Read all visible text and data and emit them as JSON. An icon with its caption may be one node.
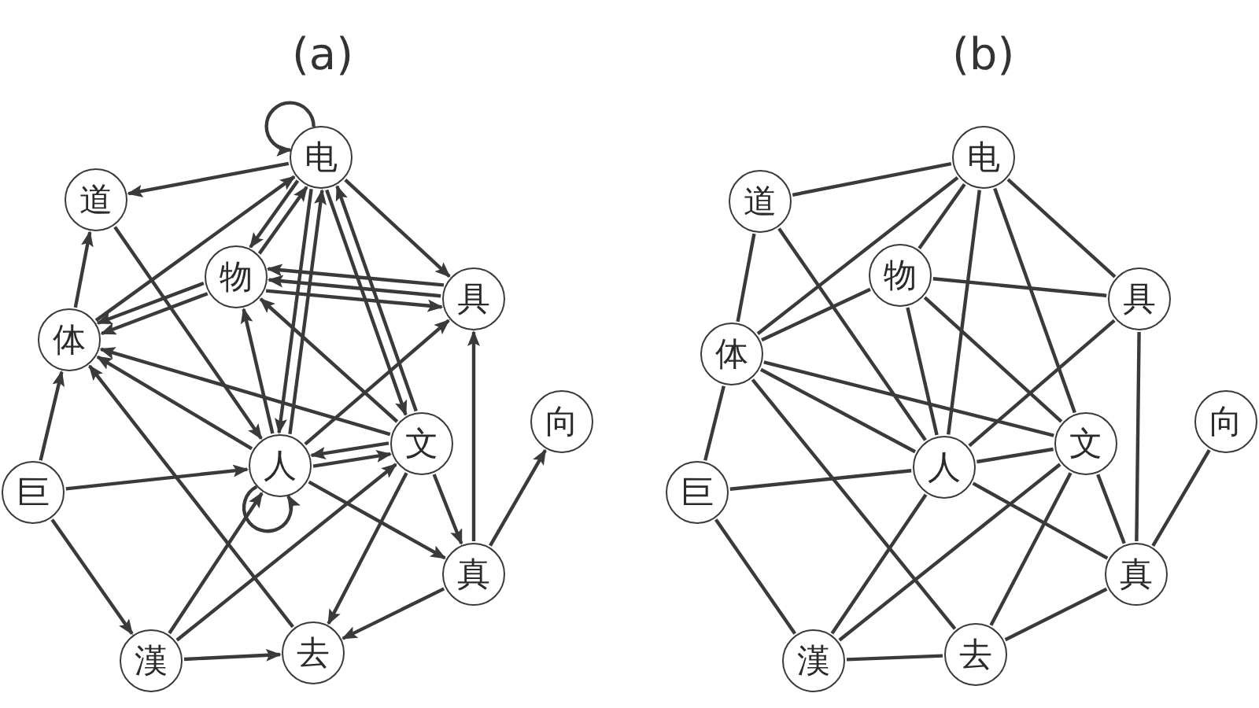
{
  "diagram": {
    "nodes": [
      {
        "text": [
          "电"
        ]
      },
      {
        "text": [
          "道"
        ]
      },
      {
        "text": [
          "物"
        ]
      },
      {
        "text": [
          "具"
        ]
      },
      {
        "text": [
          "体"
        ]
      },
      {
        "text": [
          "向"
        ]
      },
      {
        "text": [
          "人"
        ]
      },
      {
        "text": [
          "文"
        ]
      },
      {
        "text": [
          "巨"
        ]
      },
      {
        "text": [
          "真"
        ]
      },
      {
        "text": [
          "漢"
        ]
      },
      {
        "text": [
          "去"
        ]
      },
      {
        "text": [
          "电"
        ]
      },
      {
        "text": [
          "道"
        ]
      },
      {
        "text": [
          "物"
        ]
      },
      {
        "text": [
          "具"
        ]
      },
      {
        "text": [
          "体"
        ]
      },
      {
        "text": [
          "向"
        ]
      },
      {
        "text": [
          "人"
        ]
      },
      {
        "text": [
          "文"
        ]
      },
      {
        "text": [
          "巨"
        ]
      },
      {
        "text": [
          "真"
        ]
      },
      {
        "text": [
          "漢"
        ]
      },
      {
        "text": [
          "去"
        ]
      }
    ],
    "edges": [
      {
        "from": 0,
        "to": 0,
        "arrow": "to"
      },
      {
        "from": 0,
        "to": 1,
        "arrow": "to"
      },
      {
        "from": 4,
        "to": 0,
        "arrow": "to"
      },
      {
        "from": 0,
        "to": 3,
        "arrow": "to"
      },
      {
        "from": 2,
        "to": 0,
        "arrow": "to"
      },
      {
        "from": 0,
        "to": 2,
        "arrow": "to"
      },
      {
        "from": 6,
        "to": 0,
        "arrow": "to"
      },
      {
        "from": 0,
        "to": 6,
        "arrow": "to"
      },
      {
        "from": 7,
        "to": 0,
        "arrow": "to"
      },
      {
        "from": 0,
        "to": 7,
        "arrow": "to"
      },
      {
        "from": 3,
        "to": 2,
        "arrow": "to"
      },
      {
        "from": 3,
        "to": 2,
        "arrow": "to"
      },
      {
        "from": 2,
        "to": 3,
        "arrow": "to"
      },
      {
        "from": 2,
        "to": 4,
        "arrow": "to"
      },
      {
        "from": 2,
        "to": 4,
        "arrow": "to"
      },
      {
        "from": 6,
        "to": 3,
        "arrow": "to"
      },
      {
        "from": 9,
        "to": 3,
        "arrow": "to"
      },
      {
        "from": 1,
        "to": 6,
        "arrow": "to"
      },
      {
        "from": 4,
        "to": 1,
        "arrow": "to"
      },
      {
        "from": 6,
        "to": 2,
        "arrow": "to"
      },
      {
        "from": 7,
        "to": 2,
        "arrow": "to"
      },
      {
        "from": 7,
        "to": 4,
        "arrow": "to"
      },
      {
        "from": 6,
        "to": 4,
        "arrow": "to"
      },
      {
        "from": 11,
        "to": 4,
        "arrow": "to"
      },
      {
        "from": 8,
        "to": 4,
        "arrow": "to"
      },
      {
        "from": 8,
        "to": 6,
        "arrow": "to"
      },
      {
        "from": 8,
        "to": 10,
        "arrow": "to"
      },
      {
        "from": 10,
        "to": 6,
        "arrow": "to"
      },
      {
        "from": 10,
        "to": 7,
        "arrow": "to"
      },
      {
        "from": 10,
        "to": 11,
        "arrow": "to"
      },
      {
        "from": 9,
        "to": 11,
        "arrow": "to"
      },
      {
        "from": 7,
        "to": 11,
        "arrow": "to"
      },
      {
        "from": 6,
        "to": 9,
        "arrow": "to"
      },
      {
        "from": 7,
        "to": 9,
        "arrow": "to"
      },
      {
        "from": 9,
        "to": 5,
        "arrow": "to"
      },
      {
        "from": 7,
        "to": 6,
        "arrow": "to"
      },
      {
        "from": 6,
        "to": 7,
        "arrow": "to"
      },
      {
        "from": 6,
        "to": 6,
        "arrow": "to"
      },
      {
        "from": 13,
        "to": 16,
        "arrow": "none"
      },
      {
        "from": 13,
        "to": 12,
        "arrow": "none"
      },
      {
        "from": 13,
        "to": 18,
        "arrow": "none"
      },
      {
        "from": 16,
        "to": 12,
        "arrow": "none"
      },
      {
        "from": 14,
        "to": 16,
        "arrow": "none"
      },
      {
        "from": 14,
        "to": 12,
        "arrow": "none"
      },
      {
        "from": 14,
        "to": 15,
        "arrow": "none"
      },
      {
        "from": 14,
        "to": 18,
        "arrow": "none"
      },
      {
        "from": 14,
        "to": 19,
        "arrow": "none"
      },
      {
        "from": 12,
        "to": 18,
        "arrow": "none"
      },
      {
        "from": 12,
        "to": 19,
        "arrow": "none"
      },
      {
        "from": 12,
        "to": 15,
        "arrow": "none"
      },
      {
        "from": 15,
        "to": 18,
        "arrow": "none"
      },
      {
        "from": 19,
        "to": 16,
        "arrow": "none"
      },
      {
        "from": 19,
        "to": 18,
        "arrow": "none"
      },
      {
        "from": 19,
        "to": 21,
        "arrow": "none"
      },
      {
        "from": 19,
        "to": 23,
        "arrow": "none"
      },
      {
        "from": 19,
        "to": 22,
        "arrow": "none"
      },
      {
        "from": 18,
        "to": 21,
        "arrow": "none"
      },
      {
        "from": 22,
        "to": 18,
        "arrow": "none"
      },
      {
        "from": 22,
        "to": 23,
        "arrow": "none"
      },
      {
        "from": 22,
        "to": 20,
        "arrow": "none"
      },
      {
        "from": 20,
        "to": 16,
        "arrow": "none"
      },
      {
        "from": 20,
        "to": 18,
        "arrow": "none"
      },
      {
        "from": 23,
        "to": 16,
        "arrow": "none"
      },
      {
        "from": 23,
        "to": 21,
        "arrow": "none"
      },
      {
        "from": 21,
        "to": 17,
        "arrow": "none"
      },
      {
        "from": 15,
        "to": 21,
        "arrow": "none"
      },
      {
        "from": 16,
        "to": 18,
        "arrow": "none"
      }
    ],
    "labels": [
      "(a)",
      "(b)"
    ]
  }
}
